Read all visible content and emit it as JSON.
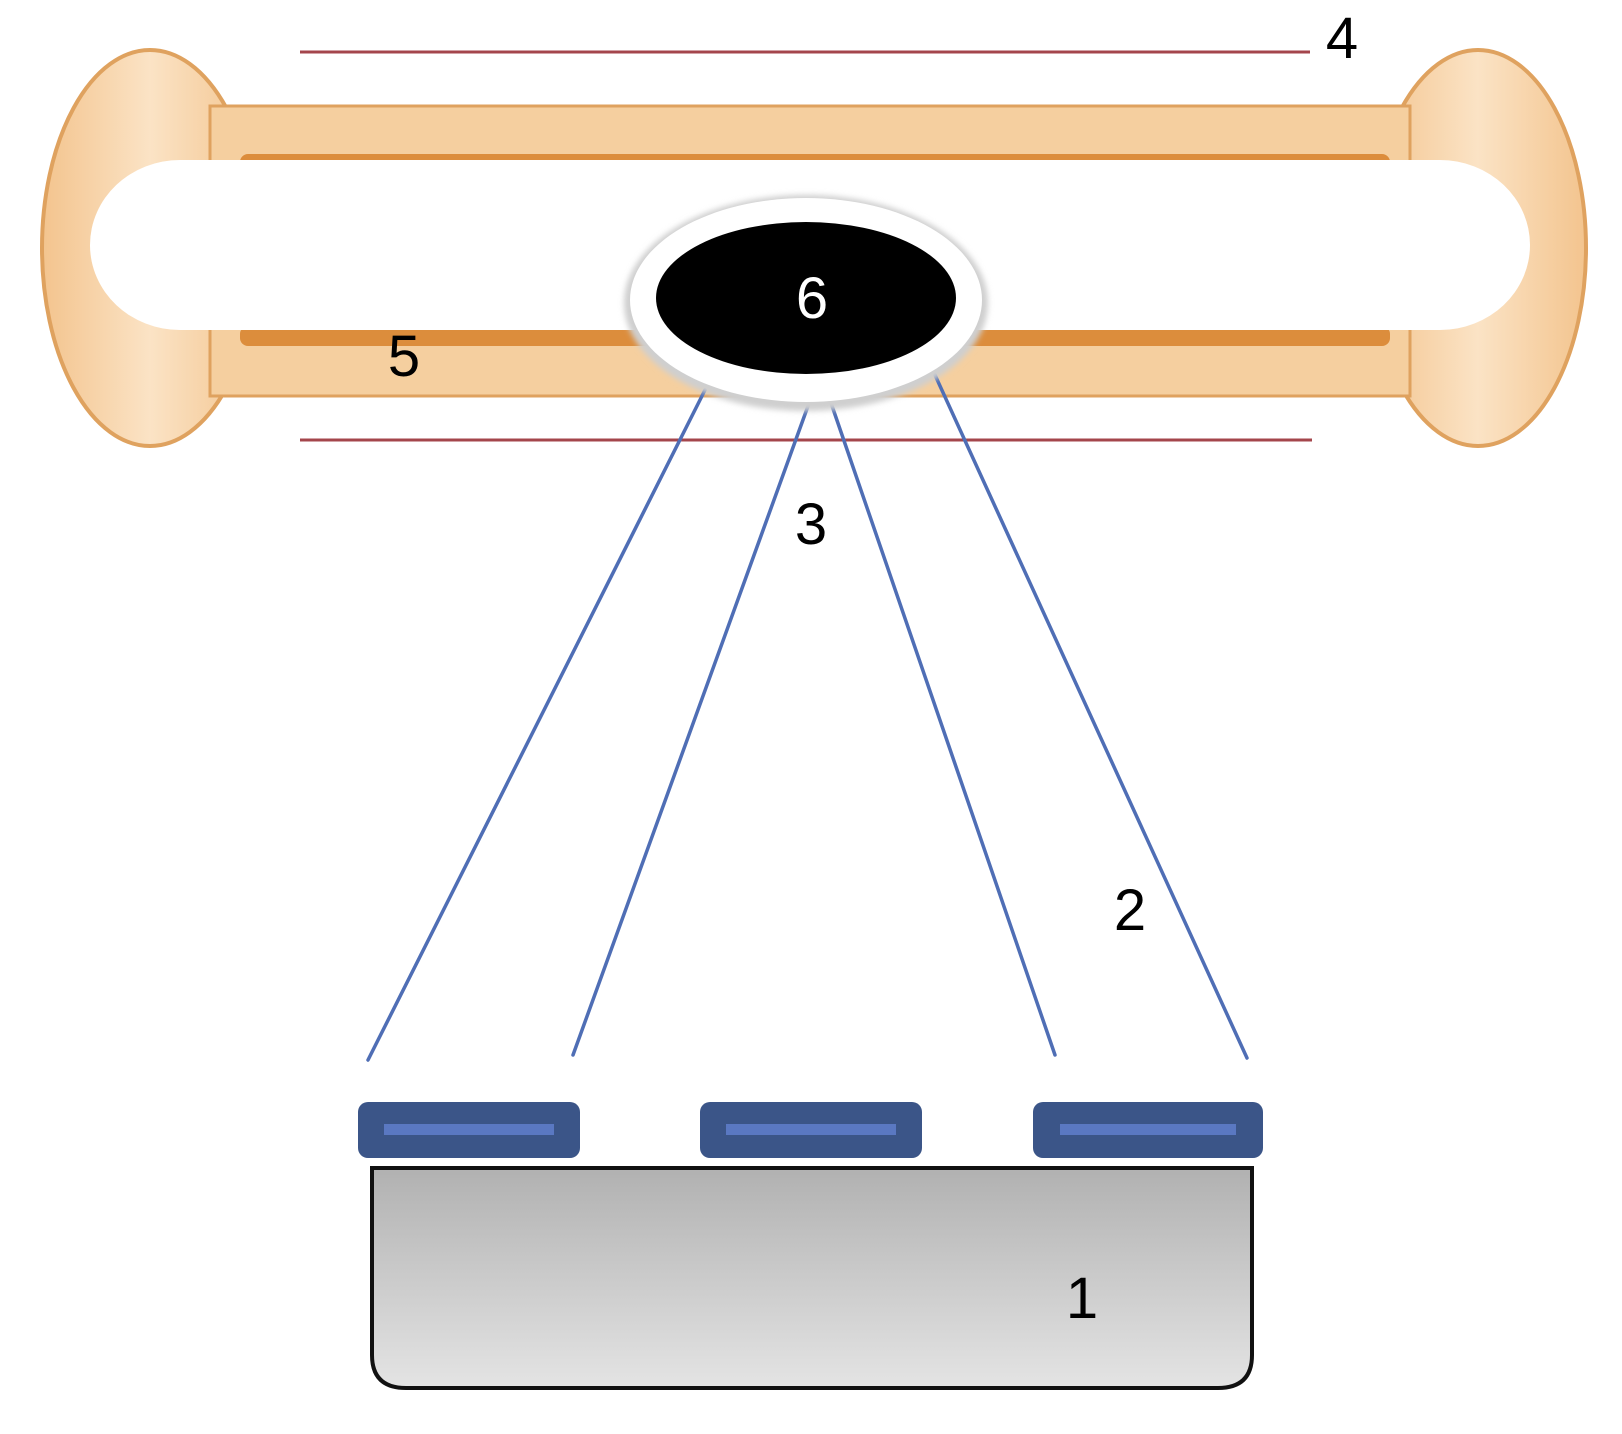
{
  "labels": {
    "device": "1",
    "rays": "2",
    "beam_center": "3",
    "upper_boundary": "4",
    "bone": "5",
    "lesion": "6"
  },
  "colors": {
    "bone_light": "#f2c99a",
    "bone_dark": "#dc8d3c",
    "bone_outline": "#dfa25f",
    "lesion": "#000000",
    "boundary_lines": "#a4464c",
    "rays": "#4f6eb5",
    "pads_outer": "#3b5588",
    "pads_inner": "#5a78c2",
    "base_top": "#b1b1b1",
    "base_bottom": "#e4e4e4"
  }
}
